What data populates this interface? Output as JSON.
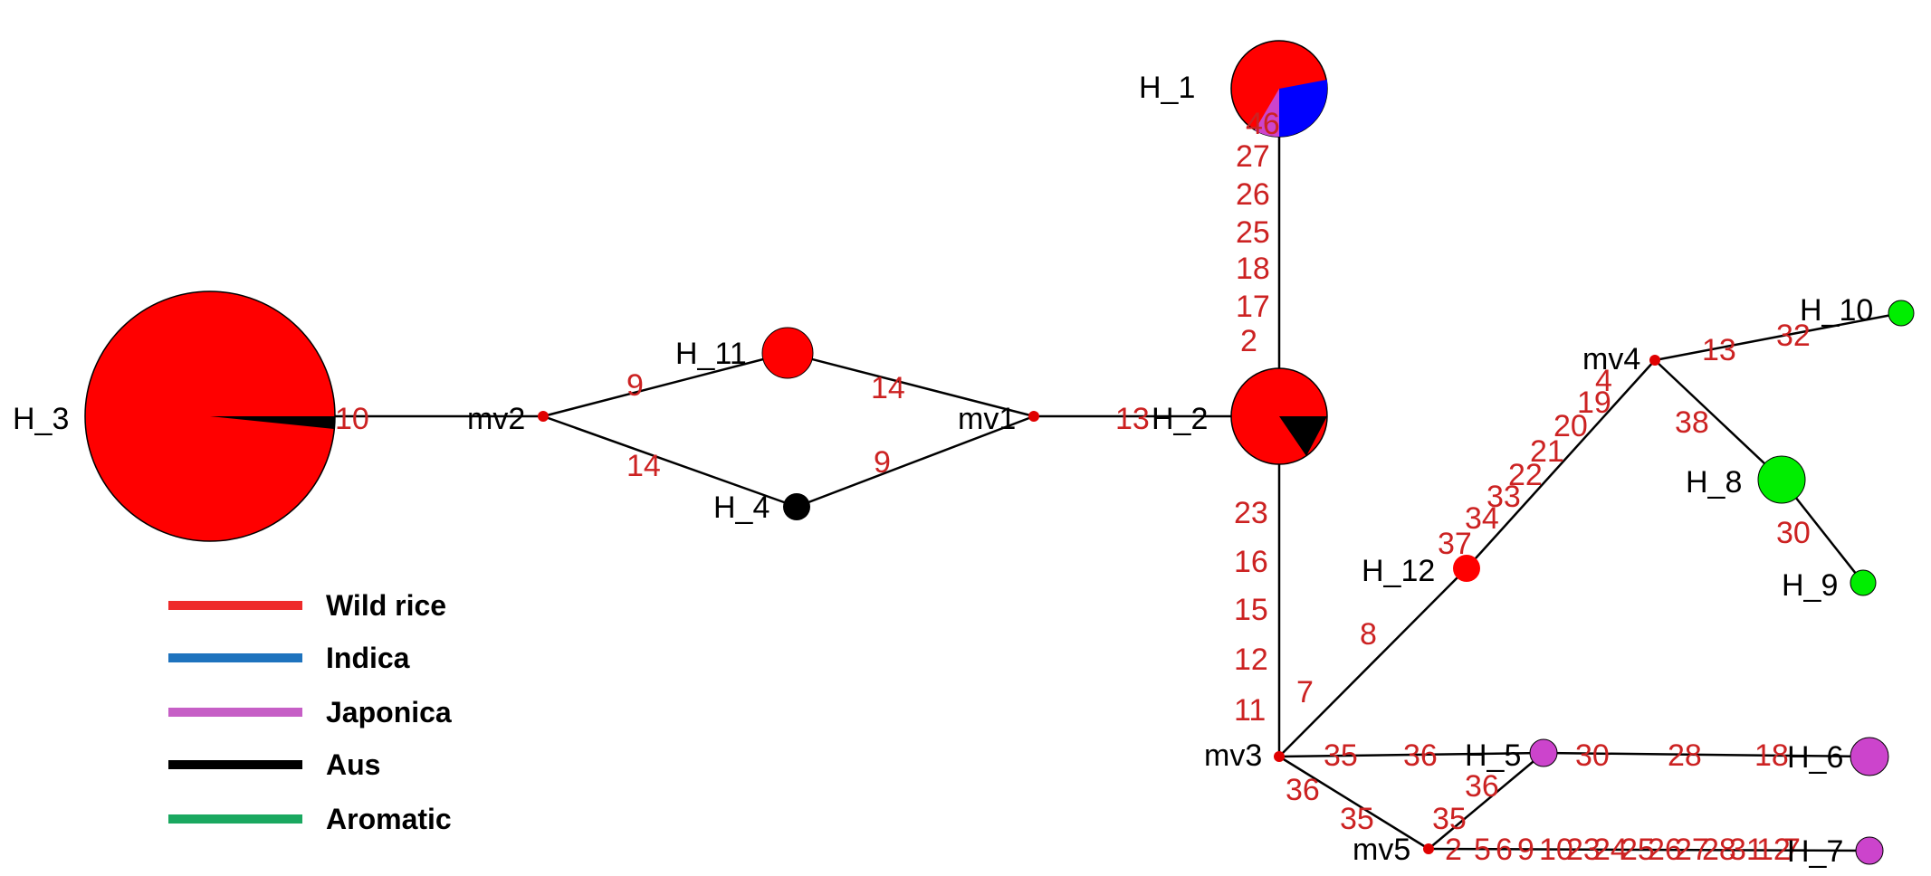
{
  "colors": {
    "wild_rice": "#ff0000",
    "indica": "#0000ff",
    "japonica": "#cc44cc",
    "aus": "#000000",
    "aromatic": "#00ee00",
    "mutation_text": "#cc2222",
    "legend_wild_rice": "#ee2a2a",
    "legend_indica": "#1e73be",
    "legend_japonica": "#c65fc6",
    "legend_aus": "#000000",
    "legend_aromatic": "#1aa860"
  },
  "legend": [
    {
      "label": "Wild rice",
      "color_key": "legend_wild_rice"
    },
    {
      "label": "Indica",
      "color_key": "legend_indica"
    },
    {
      "label": "Japonica",
      "color_key": "legend_japonica"
    },
    {
      "label": "Aus",
      "color_key": "legend_aus"
    },
    {
      "label": "Aromatic",
      "color_key": "legend_aromatic"
    }
  ],
  "haplotypes": {
    "H_1": {
      "label": "H_1",
      "composition": {
        "wild_rice": 0.73,
        "indica": 0.24,
        "japonica": 0.03
      }
    },
    "H_2": {
      "label": "H_2",
      "composition": {
        "wild_rice": 0.85,
        "aus": 0.15
      }
    },
    "H_3": {
      "label": "H_3",
      "composition": {
        "wild_rice": 0.985,
        "aus": 0.015
      }
    },
    "H_4": {
      "label": "H_4",
      "composition": {
        "aus": 1
      }
    },
    "H_5": {
      "label": "H_5",
      "composition": {
        "japonica": 1
      }
    },
    "H_6": {
      "label": "H_6",
      "composition": {
        "japonica": 1
      }
    },
    "H_7": {
      "label": "H_7",
      "composition": {
        "japonica": 1
      }
    },
    "H_8": {
      "label": "H_8",
      "composition": {
        "aromatic": 1
      }
    },
    "H_9": {
      "label": "H_9",
      "composition": {
        "aromatic": 1
      }
    },
    "H_10": {
      "label": "H_10",
      "composition": {
        "aromatic": 1
      }
    },
    "H_11": {
      "label": "H_11",
      "composition": {
        "wild_rice": 1
      }
    },
    "H_12": {
      "label": "H_12",
      "composition": {
        "wild_rice": 1
      }
    }
  },
  "median_vectors": [
    "mv1",
    "mv2",
    "mv3",
    "mv4",
    "mv5"
  ],
  "mutation_labels": [
    "10",
    "9",
    "14",
    "14",
    "9",
    "13",
    "27",
    "26",
    "25",
    "18",
    "17",
    "2",
    "46",
    "23",
    "16",
    "15",
    "12",
    "11",
    "7",
    "8",
    "37",
    "34",
    "33",
    "22",
    "21",
    "20",
    "19",
    "4",
    "13",
    "32",
    "38",
    "30",
    "35",
    "36",
    "36",
    "30",
    "28",
    "18",
    "36",
    "35",
    "35",
    "2",
    "5",
    "6",
    "9",
    "10",
    "23",
    "24",
    "25",
    "26",
    "27",
    "28",
    "31",
    "12",
    "7"
  ]
}
